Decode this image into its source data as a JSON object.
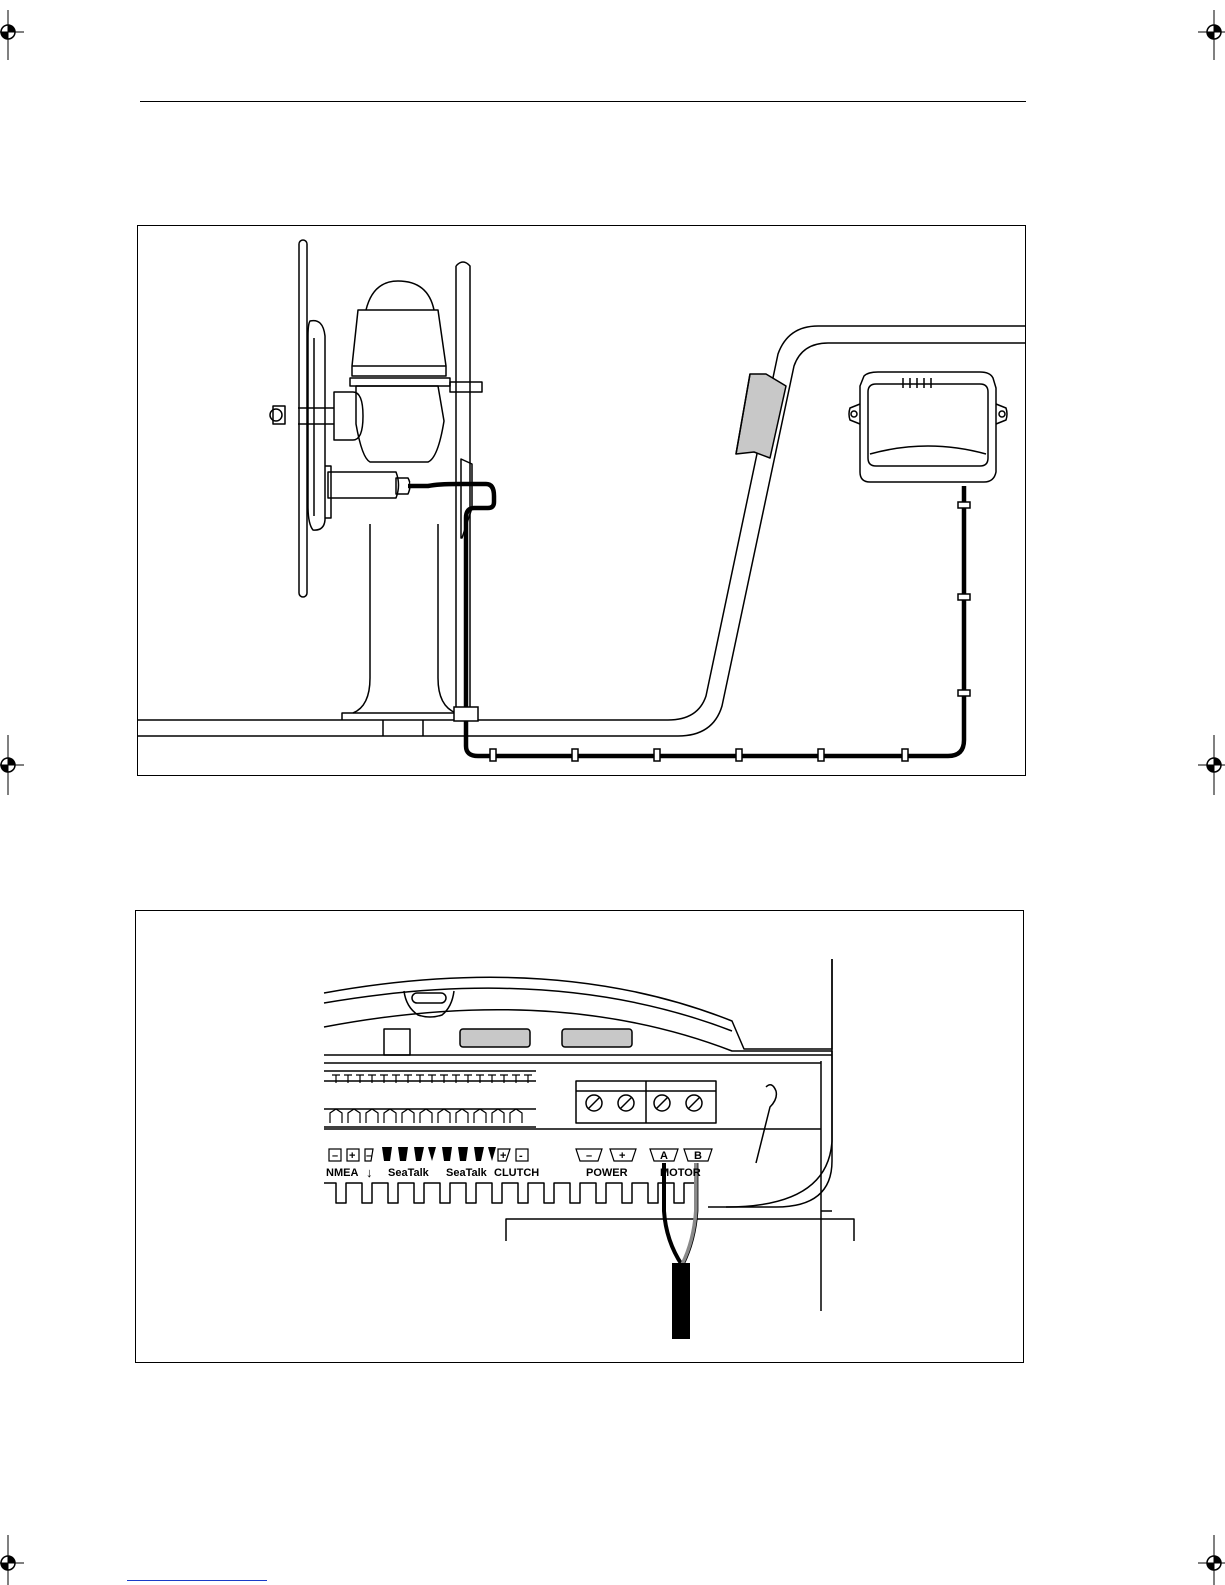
{
  "figure2": {
    "terminal_labels": {
      "minus_1": "–",
      "plus_1": "+",
      "minus_2": "–",
      "nmea": "NMEA",
      "ground_symbol": "↓",
      "seatalk_1": "SeaTalk",
      "seatalk_2": "SeaTalk",
      "plus_clutch": "+",
      "minus_clutch": "-",
      "clutch": "CLUTCH",
      "power_minus": "–",
      "power_plus": "+",
      "power": "POWER",
      "motor_a": "A",
      "motor_b": "B",
      "motor": "MOTOR"
    }
  },
  "colors": {
    "line": "#000000",
    "shade": "#c8c8c8",
    "link": "#1a3cc8"
  }
}
